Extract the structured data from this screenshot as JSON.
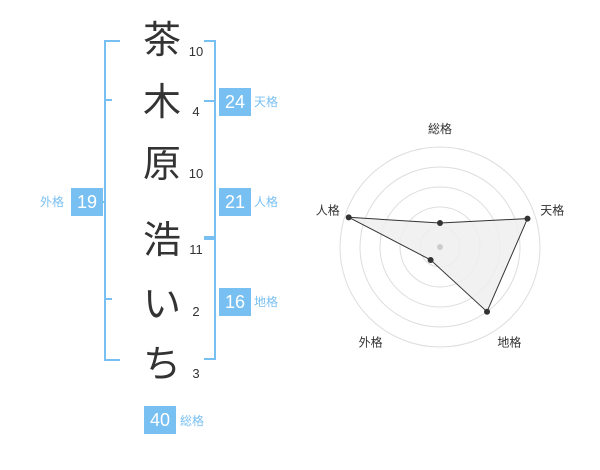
{
  "name": {
    "characters": [
      {
        "char": "茶",
        "strokes": "10"
      },
      {
        "char": "木",
        "strokes": "4"
      },
      {
        "char": "原",
        "strokes": "10"
      },
      {
        "char": "浩",
        "strokes": "11"
      },
      {
        "char": "い",
        "strokes": "2"
      },
      {
        "char": "ち",
        "strokes": "3"
      }
    ]
  },
  "scores": {
    "tenkaku": {
      "value": "24",
      "label": "天格"
    },
    "jinkaku": {
      "value": "21",
      "label": "人格"
    },
    "chikaku": {
      "value": "16",
      "label": "地格"
    },
    "gaikaku": {
      "value": "19",
      "label": "外格"
    },
    "soukaku": {
      "value": "40",
      "label": "総格"
    }
  },
  "colors": {
    "accent": "#79c0f2",
    "text": "#333333",
    "radar_fill": "#eeeeee",
    "grid": "#dddddd"
  },
  "chart_data": {
    "type": "radar",
    "axes": [
      "総格",
      "天格",
      "地格",
      "外格",
      "人格"
    ],
    "values": [
      1.2,
      4.6,
      4.0,
      0.8,
      4.8
    ],
    "max": 5,
    "levels": 5
  }
}
